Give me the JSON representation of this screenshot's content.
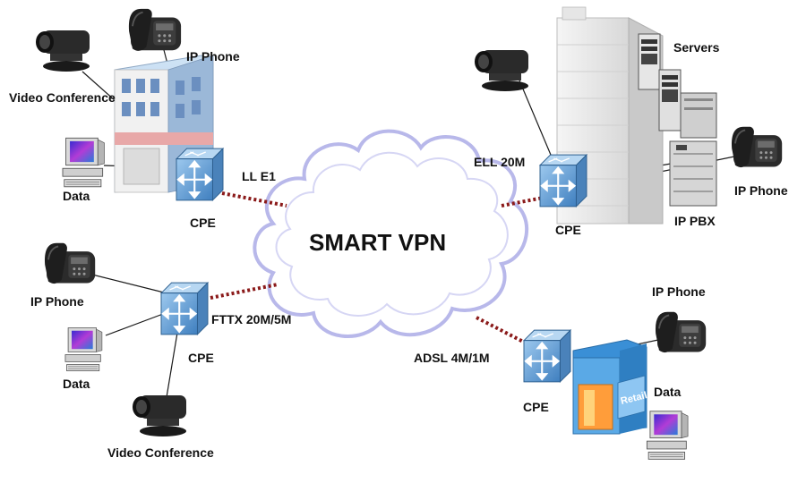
{
  "cloud": {
    "title": "SMART VPN"
  },
  "sites": {
    "top_left": {
      "ip_phone": "IP Phone",
      "video_conference": "Video Conference",
      "data": "Data",
      "cpe": "CPE",
      "link": "LL  E1"
    },
    "bottom_left": {
      "ip_phone": "IP Phone",
      "data": "Data",
      "cpe": "CPE",
      "video_conference": "Video Conference",
      "link": "FTTX 20M/5M"
    },
    "top_right": {
      "servers": "Servers",
      "ip_phone": "IP Phone",
      "ip_pbx": "IP PBX",
      "cpe": "CPE",
      "link": "ELL  20M"
    },
    "bottom_right": {
      "ip_phone": "IP Phone",
      "data": "Data",
      "cpe": "CPE",
      "link": "ADSL  4M/1M",
      "shop_sign": "Retail"
    }
  },
  "colors": {
    "cloud_fill": "#ffffff",
    "cloud_stroke": "#b8b8ea",
    "router": "#5b9bd5",
    "link_dotted": "#8b1a1a",
    "lines": "#1a1a1a"
  }
}
